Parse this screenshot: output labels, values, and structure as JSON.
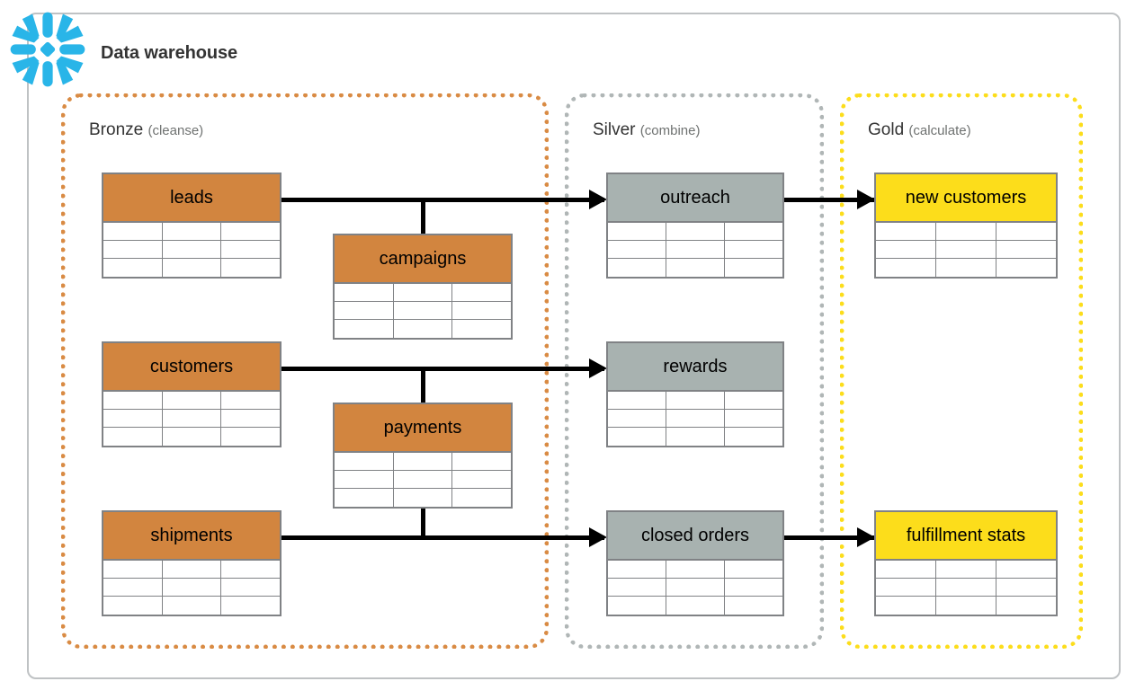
{
  "header": {
    "title": "Data warehouse",
    "logo_icon": "snowflake-icon",
    "logo_color": "#29b5e8"
  },
  "colors": {
    "bronze": "#d2853f",
    "silver": "#a8b2b0",
    "gold": "#fcdd1b",
    "bronze_border": "#d98b44",
    "silver_border": "#b0b6b6",
    "gold_border": "#fcdd1b",
    "table_border": "#808285",
    "connector": "#000000",
    "panel_border": "#bfc2c4"
  },
  "zones": [
    {
      "id": "bronze",
      "name": "Bronze",
      "subtitle": "(cleanse)"
    },
    {
      "id": "silver",
      "name": "Silver",
      "subtitle": "(combine)"
    },
    {
      "id": "gold",
      "name": "Gold",
      "subtitle": "(calculate)"
    }
  ],
  "tables": {
    "leads": {
      "label": "leads",
      "zone": "bronze"
    },
    "campaigns": {
      "label": "campaigns",
      "zone": "bronze"
    },
    "customers": {
      "label": "customers",
      "zone": "bronze"
    },
    "payments": {
      "label": "payments",
      "zone": "bronze"
    },
    "shipments": {
      "label": "shipments",
      "zone": "bronze"
    },
    "outreach": {
      "label": "outreach",
      "zone": "silver"
    },
    "rewards": {
      "label": "rewards",
      "zone": "silver"
    },
    "closed_orders": {
      "label": "closed orders",
      "zone": "silver"
    },
    "new_customers": {
      "label": "new customers",
      "zone": "gold"
    },
    "fulfillment_stats": {
      "label": "fulfillment stats",
      "zone": "gold"
    }
  },
  "flows": [
    {
      "from": "leads",
      "to": "outreach",
      "joins": "campaigns"
    },
    {
      "from": "outreach",
      "to": "new_customers"
    },
    {
      "from": "customers",
      "to": "rewards",
      "joins": "payments"
    },
    {
      "from": "shipments",
      "to": "closed_orders",
      "joins": "payments"
    },
    {
      "from": "closed_orders",
      "to": "fulfillment_stats"
    }
  ]
}
